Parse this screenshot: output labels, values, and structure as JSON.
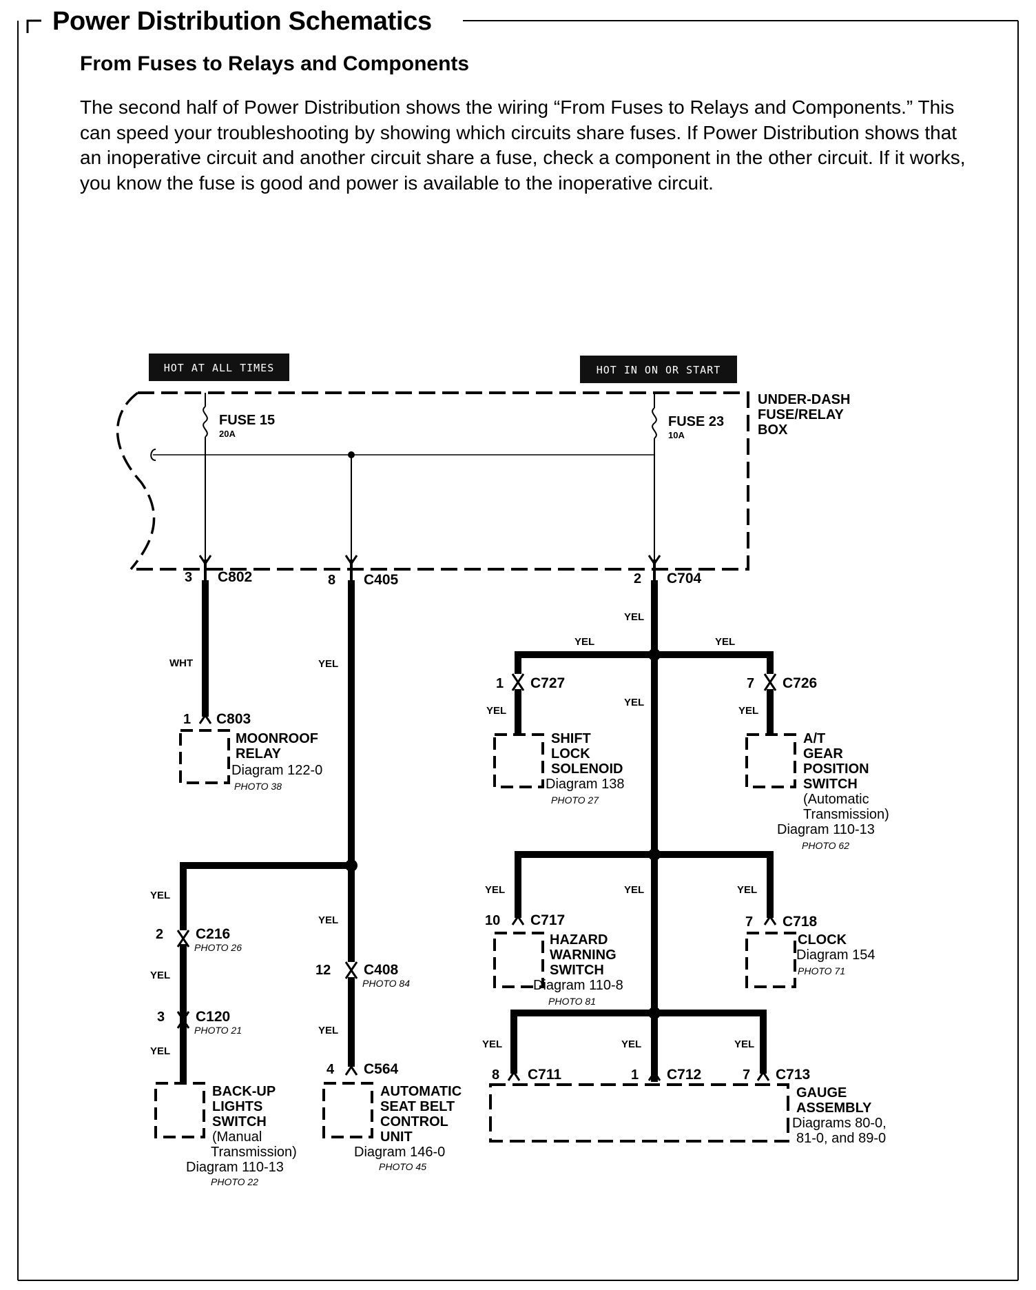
{
  "page": {
    "title": "Power Distribution Schematics",
    "subtitle": "From Fuses to Relays and Components",
    "intro": "The second half of Power Distribution shows the wiring  “From Fuses to Relays and Components.” This can speed your troubleshooting by showing which circuits share fuses. If Power Distribution shows that an inoperative circuit and another circuit share a fuse, check a component in the other circuit. If it works, you know the fuse is good and power is available to the inoperative circuit."
  },
  "power_tags": {
    "left": "HOT AT ALL TIMES",
    "right": "HOT IN ON OR START"
  },
  "fuse_box": {
    "line1": "UNDER-DASH",
    "line2": "FUSE/RELAY",
    "line3": "BOX"
  },
  "fuses": [
    {
      "name": "FUSE 15",
      "rating": "20A"
    },
    {
      "name": "FUSE 23",
      "rating": "10A"
    }
  ],
  "wire_colors": {
    "yel": "YEL",
    "wht": "WHT"
  },
  "connectors": {
    "c802": {
      "pin": "3",
      "id": "C802"
    },
    "c405": {
      "pin": "8",
      "id": "C405"
    },
    "c704": {
      "pin": "2",
      "id": "C704"
    },
    "c803": {
      "pin": "1",
      "id": "C803"
    },
    "c727": {
      "pin": "1",
      "id": "C727"
    },
    "c726": {
      "pin": "7",
      "id": "C726"
    },
    "c216": {
      "pin": "2",
      "id": "C216",
      "photo": "PHOTO 26"
    },
    "c120": {
      "pin": "3",
      "id": "C120",
      "photo": "PHOTO 21"
    },
    "c408": {
      "pin": "12",
      "id": "C408",
      "photo": "PHOTO 84"
    },
    "c564": {
      "pin": "4",
      "id": "C564"
    },
    "c717": {
      "pin": "10",
      "id": "C717"
    },
    "c718": {
      "pin": "7",
      "id": "C718"
    },
    "c711": {
      "pin": "8",
      "id": "C711"
    },
    "c712": {
      "pin": "1",
      "id": "C712"
    },
    "c713": {
      "pin": "7",
      "id": "C713"
    }
  },
  "components": {
    "moonroof": {
      "l1": "MOONROOF",
      "l2": "RELAY",
      "diagram": "Diagram 122-0",
      "photo": "PHOTO 38"
    },
    "shiftlock": {
      "l1": "SHIFT",
      "l2": "LOCK",
      "l3": "SOLENOID",
      "diagram": "Diagram 138",
      "photo": "PHOTO 27"
    },
    "atgear": {
      "l1": "A/T",
      "l2": "GEAR",
      "l3": "POSITION",
      "l4": "SWITCH",
      "n1": "(Automatic",
      "n2": "Transmission)",
      "diagram": "Diagram 110-13",
      "photo": "PHOTO 62"
    },
    "backup": {
      "l1": "BACK-UP",
      "l2": "LIGHTS",
      "l3": "SWITCH",
      "n1": "(Manual",
      "n2": "Transmission)",
      "diagram": "Diagram 110-13",
      "photo": "PHOTO 22"
    },
    "seatbelt": {
      "l1": "AUTOMATIC",
      "l2": "SEAT BELT",
      "l3": "CONTROL",
      "l4": "UNIT",
      "diagram": "Diagram 146-0",
      "photo": "PHOTO 45"
    },
    "hazard": {
      "l1": "HAZARD",
      "l2": "WARNING",
      "l3": "SWITCH",
      "diagram": "Diagram 110-8",
      "photo": "PHOTO 81"
    },
    "clock": {
      "l1": "CLOCK",
      "diagram": "Diagram 154",
      "photo": "PHOTO 71"
    },
    "gauge": {
      "l1": "GAUGE",
      "l2": "ASSEMBLY",
      "d1": "Diagrams 80-0,",
      "d2": "81-0, and 89-0"
    }
  }
}
